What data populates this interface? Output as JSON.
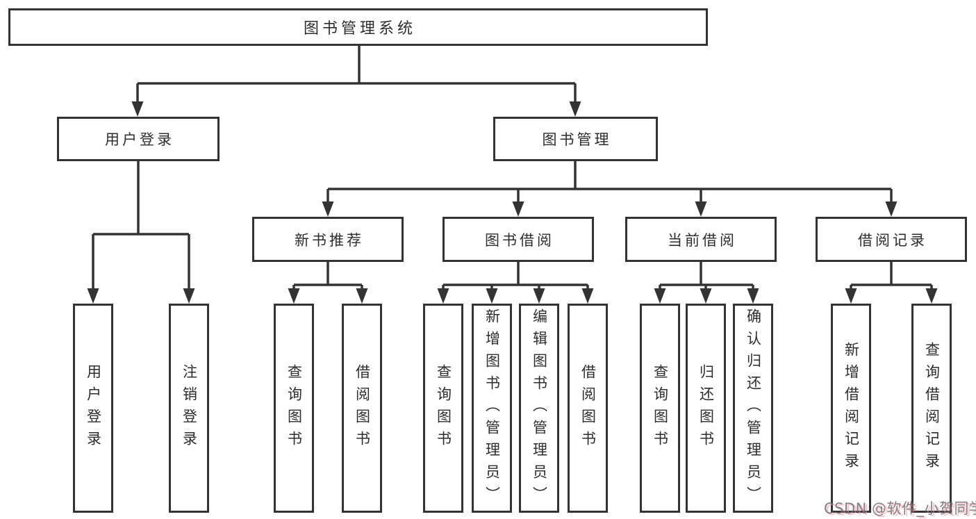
{
  "diagram": {
    "title": "图书管理系统",
    "type": "hierarchy-chart",
    "colors": {
      "line": "#333333",
      "border": "#333333",
      "text": "#2d2d2d",
      "background": "#ffffff"
    },
    "tree": {
      "label": "图书管理系统",
      "children": [
        {
          "label": "用户登录",
          "children": [
            {
              "label": "用户登录"
            },
            {
              "label": "注销登录"
            }
          ]
        },
        {
          "label": "图书管理",
          "children": [
            {
              "label": "新书推荐",
              "children": [
                {
                  "label": "查询图书"
                },
                {
                  "label": "借阅图书"
                }
              ]
            },
            {
              "label": "图书借阅",
              "children": [
                {
                  "label": "查询图书"
                },
                {
                  "label": "新增图书（管理员）"
                },
                {
                  "label": "编辑图书（管理员）"
                },
                {
                  "label": "借阅图书"
                }
              ]
            },
            {
              "label": "当前借阅",
              "children": [
                {
                  "label": "查询图书"
                },
                {
                  "label": "归还图书"
                },
                {
                  "label": "确认归还（管理员）"
                }
              ]
            },
            {
              "label": "借阅记录",
              "children": [
                {
                  "label": "新增借阅记录"
                },
                {
                  "label": "查询借阅记录"
                }
              ]
            }
          ]
        }
      ]
    }
  },
  "watermark": {
    "text": "CSDN @软件_小贺同学",
    "text_color": "#707070",
    "shadow_color": "#f88ca0"
  }
}
